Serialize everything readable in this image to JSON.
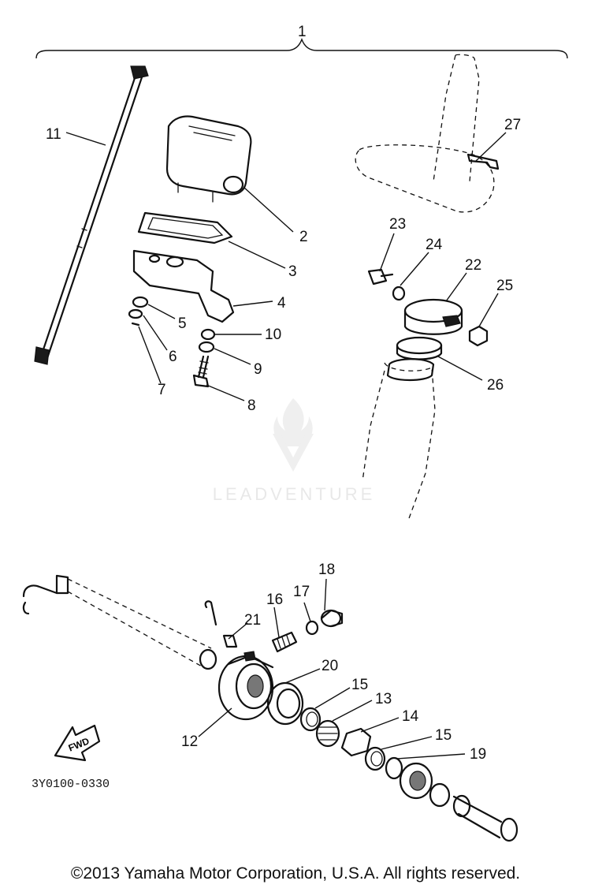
{
  "callouts": {
    "c1": "1",
    "c2": "2",
    "c3": "3",
    "c4": "4",
    "c5": "5",
    "c6": "6",
    "c7": "7",
    "c8": "8",
    "c9": "9",
    "c10": "10",
    "c11": "11",
    "c12": "12",
    "c13": "13",
    "c14": "14",
    "c15a": "15",
    "c15b": "15",
    "c16": "16",
    "c17": "17",
    "c18": "18",
    "c19": "19",
    "c20": "20",
    "c21": "21",
    "c22": "22",
    "c23": "23",
    "c24": "24",
    "c25": "25",
    "c26": "26",
    "c27": "27"
  },
  "direction_label": "FWD",
  "document_code": "3Y0100-0330",
  "watermark": "LEADVENTURE",
  "copyright": "©2013 Yamaha Motor Corporation, U.S.A. All rights reserved."
}
